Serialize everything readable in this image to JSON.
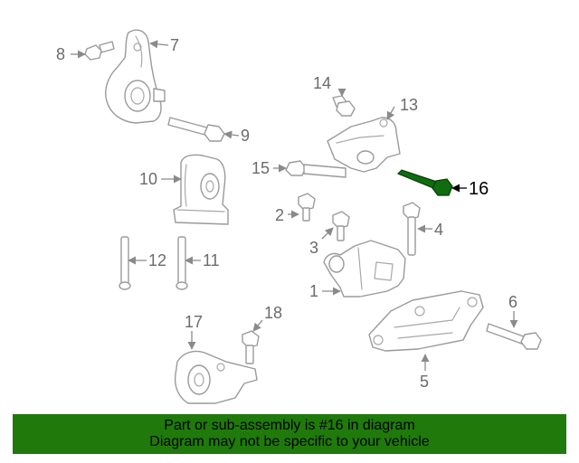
{
  "diagram": {
    "highlighted_part": "16",
    "highlight_color": "#0f6d0f",
    "callouts": {
      "c1": "1",
      "c2": "2",
      "c3": "3",
      "c4": "4",
      "c5": "5",
      "c6": "6",
      "c7": "7",
      "c8": "8",
      "c9": "9",
      "c10": "10",
      "c11": "11",
      "c12": "12",
      "c13": "13",
      "c14": "14",
      "c15": "15",
      "c16": "16",
      "c17": "17",
      "c18": "18"
    }
  },
  "banner": {
    "line1": "Part or sub-assembly is #16 in diagram",
    "line2": "Diagram may not be specific to your vehicle",
    "background": "#1f7a0b"
  }
}
